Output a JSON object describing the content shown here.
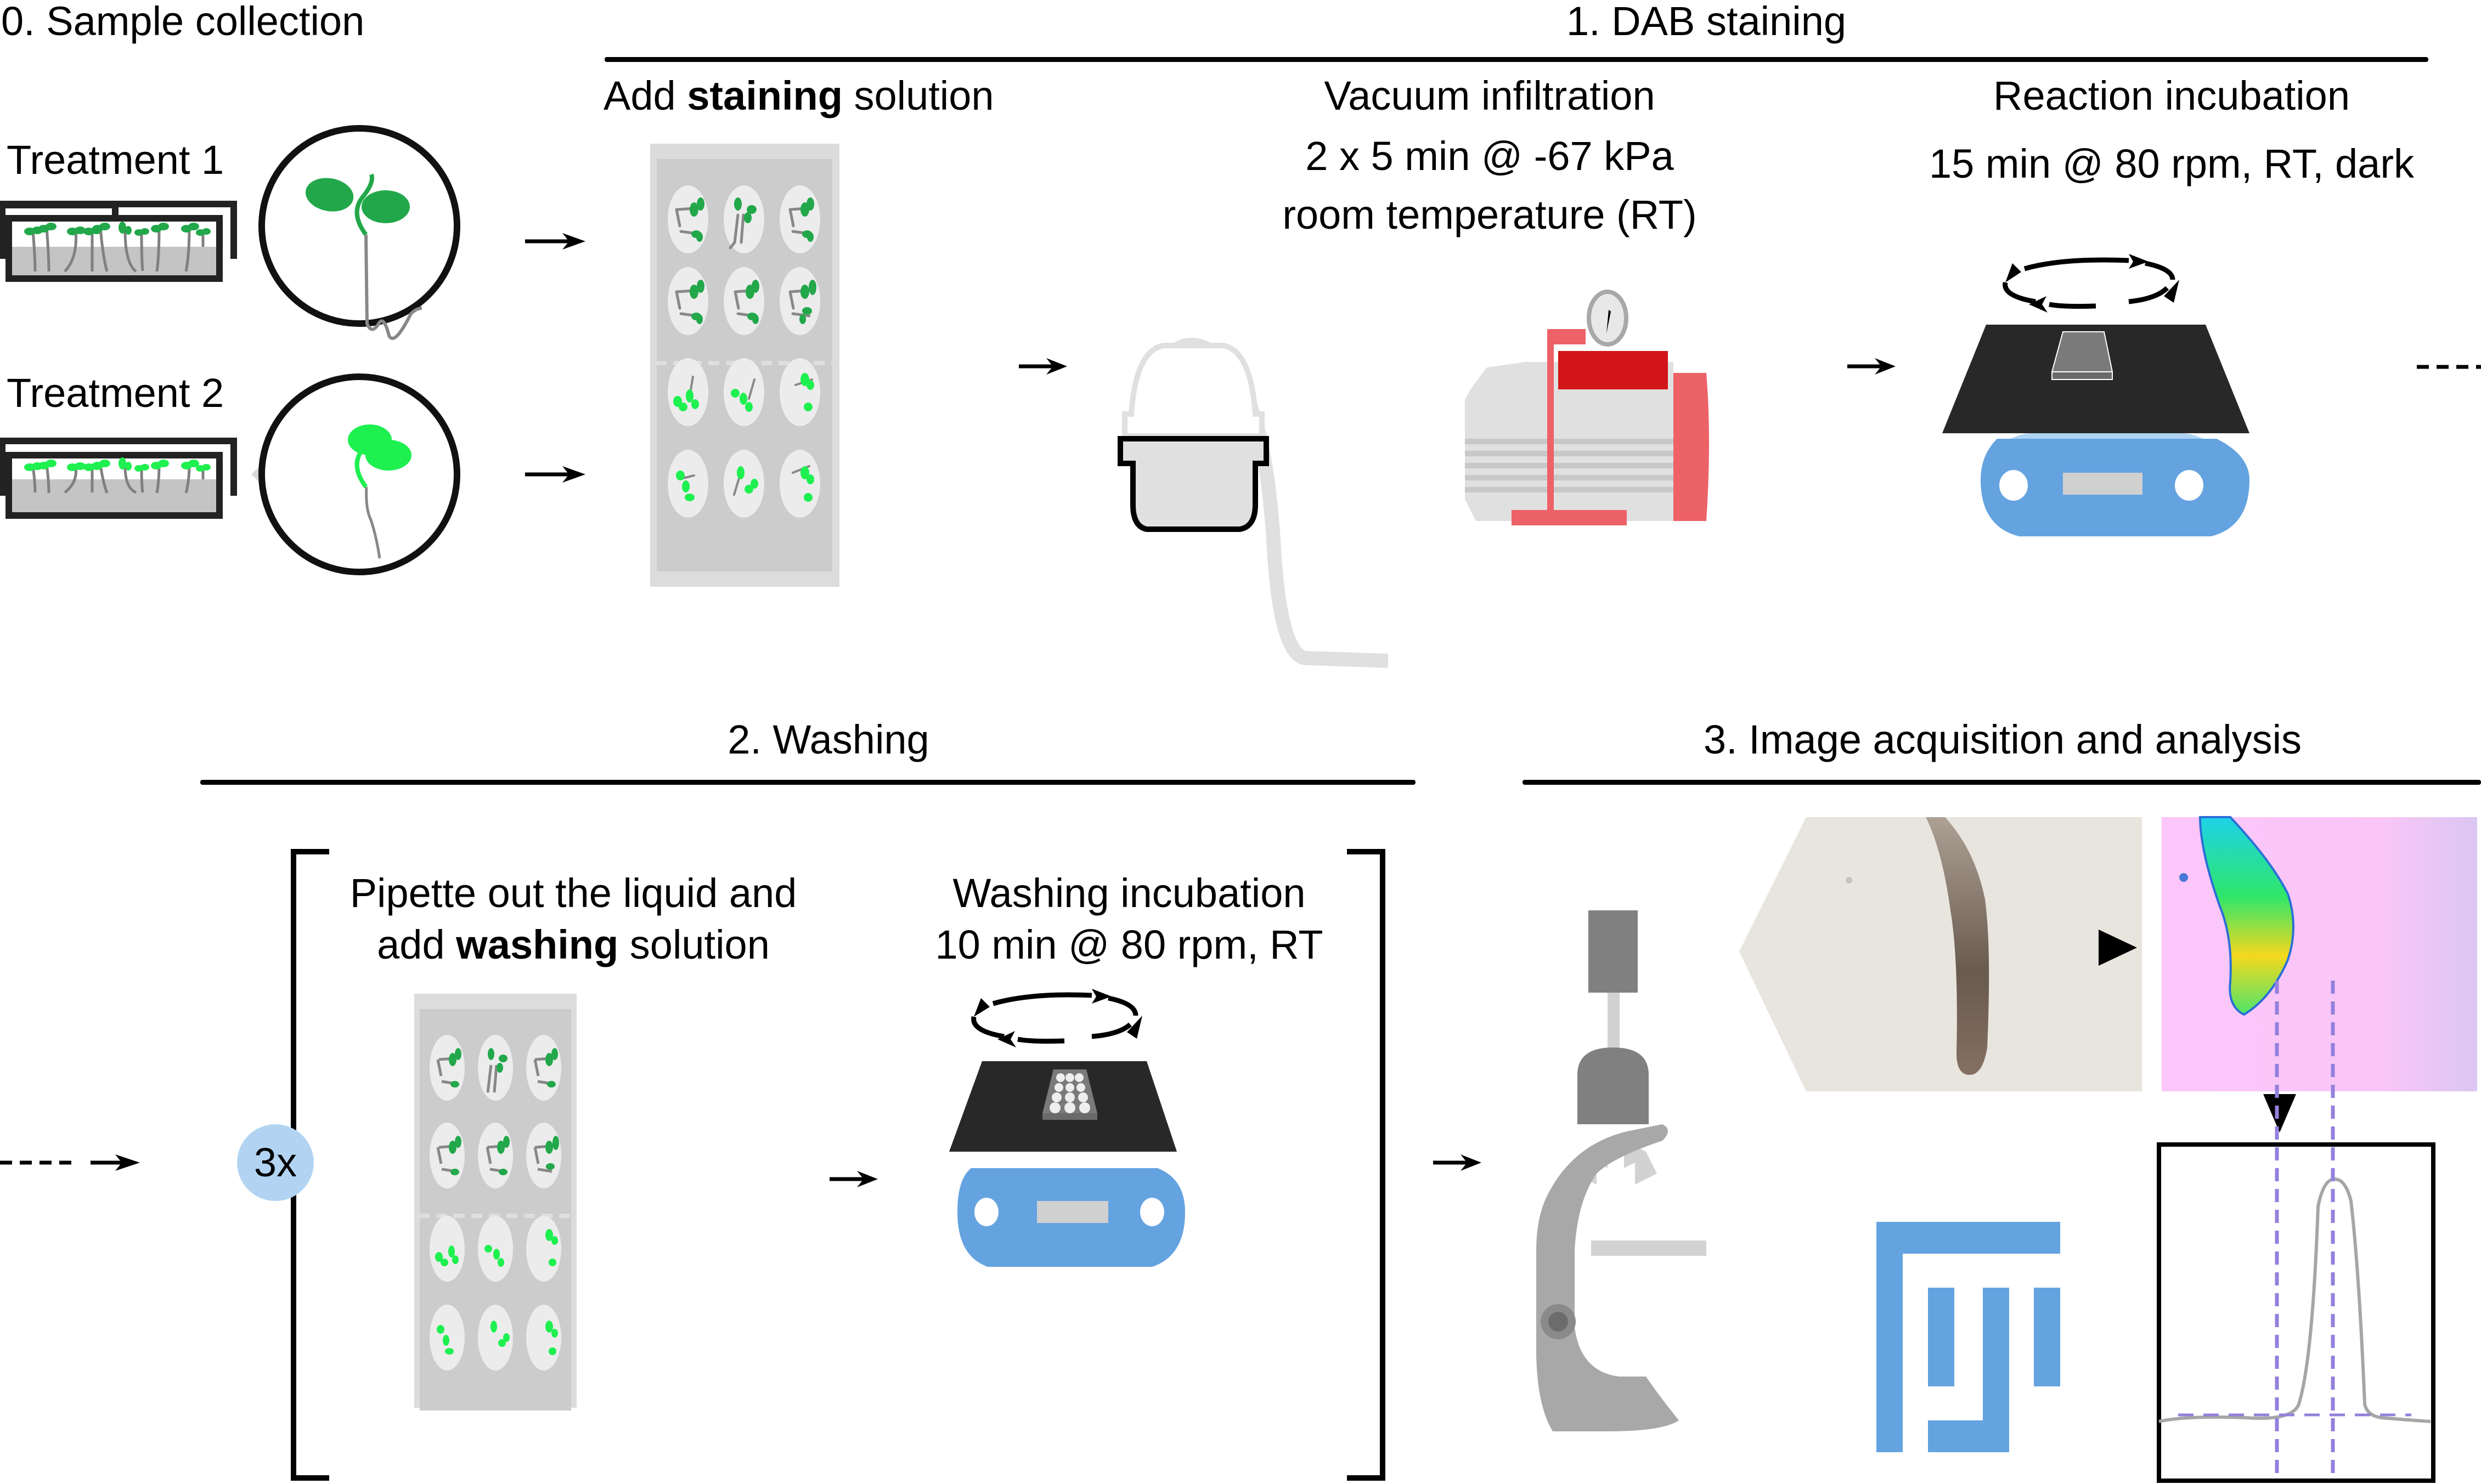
{
  "figure": {
    "sections": {
      "sample_collection": {
        "title": "0. Sample collection",
        "treatment1": "Treatment 1",
        "treatment2": "Treatment 2"
      },
      "dab_staining": {
        "title": "1. DAB staining",
        "step1_prefix": "Add ",
        "step1_bold": "staining",
        "step1_suffix": " solution",
        "step2_line1": "Vacuum infiltration",
        "step2_line2": "2 x 5 min @ -67 kPa",
        "step2_line3": "room temperature (RT)",
        "step3_line1": "Reaction incubation",
        "step3_line2": "15 min @ 80 rpm, RT, dark"
      },
      "washing": {
        "title": "2. Washing",
        "repeat_badge": "3x",
        "step1_line1": "Pipette out the liquid and",
        "step1_prefix": "add ",
        "step1_bold": "washing",
        "step1_suffix": " solution",
        "step2_line1": "Washing incubation",
        "step2_line2": "10 min @ 80 rpm, RT"
      },
      "image_analysis": {
        "title": "3. Image acquisition and analysis"
      }
    },
    "icons": [
      "petri-dish-icon",
      "seedling-icon",
      "well-plate-icon",
      "vacuum-desiccator-icon",
      "vacuum-pump-icon",
      "orbital-shaker-icon",
      "rotation-arrows-icon",
      "microscope-icon",
      "fiji-logo-icon",
      "root-micrograph",
      "heatmap-image",
      "intensity-profile-plot"
    ],
    "colors": {
      "seedling_dark_green": "#22a84a",
      "seedling_light_green": "#1ef050",
      "shaker_blue": "#64a3e0",
      "shaker_light_blue": "#afd3f3",
      "pump_red": "#d21518",
      "pump_pink": "#ec6267",
      "badge_blue": "#b2d4f2",
      "profile_dash": "#9480dc",
      "fiji_blue": "#64a3e0"
    }
  }
}
